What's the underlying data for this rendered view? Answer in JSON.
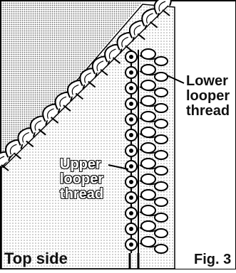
{
  "labels": {
    "lower_looper": [
      "Lower",
      "looper",
      "thread"
    ],
    "upper_looper": [
      "Upper",
      "looper",
      "thread"
    ],
    "side": "Top side",
    "figure": "Fig. 3"
  }
}
